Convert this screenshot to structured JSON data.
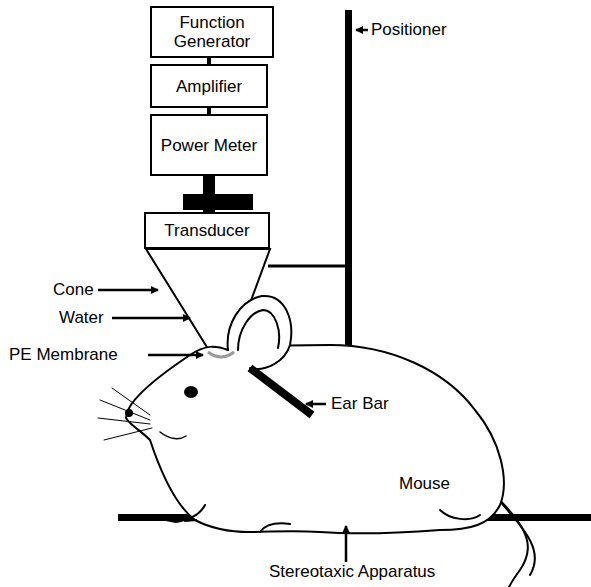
{
  "diagram": {
    "nodes": [
      {
        "text": [
          "Function Generator"
        ]
      },
      {
        "text": [
          "Amplifier"
        ]
      },
      {
        "text": [
          "Power Meter"
        ]
      },
      {
        "text": [
          "Transducer"
        ]
      }
    ],
    "edges": [
      {
        "from": 0,
        "to": 1,
        "arrow": "none"
      },
      {
        "from": 1,
        "to": 2,
        "arrow": "none"
      },
      {
        "from": 2,
        "to": 3,
        "arrow": "none"
      }
    ],
    "labels": [
      "Positioner",
      "Cone",
      "Water",
      "PE Membrane",
      "Ear Bar",
      "Mouse",
      "Stereotaxic Apparatus"
    ]
  }
}
